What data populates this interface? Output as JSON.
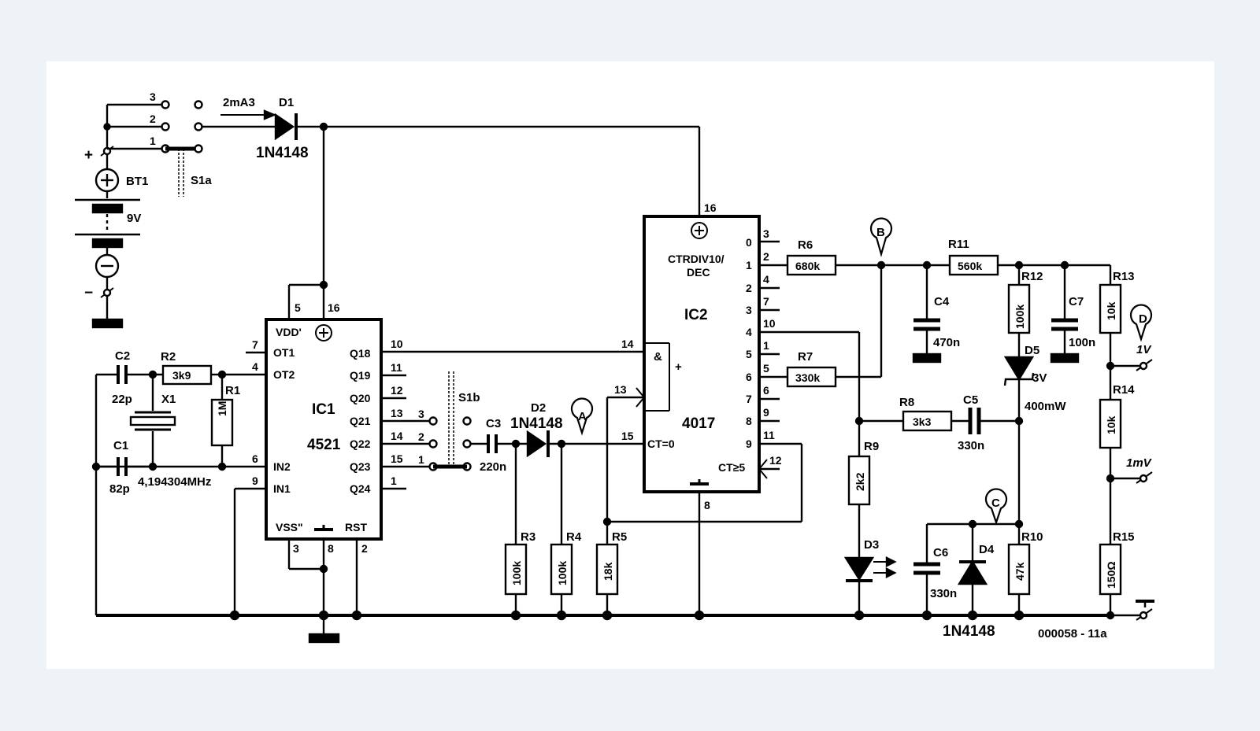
{
  "battery": {
    "ref": "BT1",
    "voltage": "9V",
    "plus": "+",
    "minus": "−"
  },
  "switch": {
    "a": {
      "ref": "S1a",
      "positions": [
        "1",
        "2",
        "3"
      ]
    },
    "b": {
      "ref": "S1b",
      "positions": [
        "1",
        "2",
        "3"
      ]
    },
    "current_label": "2mA3"
  },
  "diodes": {
    "d1": {
      "ref": "D1",
      "type": "1N4148"
    },
    "d2": {
      "ref": "D2",
      "type": "1N4148"
    },
    "d3": {
      "ref": "D3"
    },
    "d4": {
      "ref": "D4",
      "type": "1N4148"
    },
    "d5": {
      "ref": "D5",
      "voltage": "3V",
      "power": "400mW"
    }
  },
  "ic1": {
    "ref": "IC1",
    "part": "4521",
    "power_pins": {
      "vdd_label": "VDD'",
      "vdd_pin": "16",
      "vdd_pin2": "5",
      "vss_label": "VSS\"",
      "vss_pin": "8",
      "vss_pin2": "3",
      "rst_label": "RST",
      "rst_pin": "2"
    },
    "left_pins": [
      {
        "num": "7",
        "name": "OT1"
      },
      {
        "num": "4",
        "name": "OT2"
      },
      {
        "num": "6",
        "name": "IN2"
      },
      {
        "num": "9",
        "name": "IN1"
      }
    ],
    "right_pins": [
      {
        "num": "10",
        "name": "Q18"
      },
      {
        "num": "11",
        "name": "Q19"
      },
      {
        "num": "12",
        "name": "Q20"
      },
      {
        "num": "13",
        "name": "Q21"
      },
      {
        "num": "14",
        "name": "Q22"
      },
      {
        "num": "15",
        "name": "Q23"
      },
      {
        "num": "1",
        "name": "Q24"
      }
    ]
  },
  "ic2": {
    "ref": "IC2",
    "part": "4017",
    "func_line1": "CTRDIV10/",
    "func_line2": "DEC",
    "vdd_pin": "16",
    "gnd_pin": "8",
    "and_symbol": "&",
    "plus_symbol": "+",
    "left_pins": [
      {
        "num": "14",
        "name": ""
      },
      {
        "num": "13",
        "name": ""
      },
      {
        "num": "15",
        "name": "CT=0"
      }
    ],
    "outputs": [
      {
        "index": "0",
        "pin": "3"
      },
      {
        "index": "1",
        "pin": "2"
      },
      {
        "index": "2",
        "pin": "4"
      },
      {
        "index": "3",
        "pin": "7"
      },
      {
        "index": "4",
        "pin": "10"
      },
      {
        "index": "5",
        "pin": "1"
      },
      {
        "index": "6",
        "pin": "5"
      },
      {
        "index": "7",
        "pin": "6"
      },
      {
        "index": "8",
        "pin": "9"
      },
      {
        "index": "9",
        "pin": "11"
      }
    ],
    "carry": {
      "name": "CT≥5",
      "pin": "12"
    }
  },
  "crystal": {
    "ref": "X1",
    "freq": "4,194304MHz"
  },
  "resistors": {
    "r1": {
      "ref": "R1",
      "value": "1M"
    },
    "r2": {
      "ref": "R2",
      "value": "3k9"
    },
    "r3": {
      "ref": "R3",
      "value": "100k"
    },
    "r4": {
      "ref": "R4",
      "value": "100k"
    },
    "r5": {
      "ref": "R5",
      "value": "18k"
    },
    "r6": {
      "ref": "R6",
      "value": "680k"
    },
    "r7": {
      "ref": "R7",
      "value": "330k"
    },
    "r8": {
      "ref": "R8",
      "value": "3k3"
    },
    "r9": {
      "ref": "R9",
      "value": "2k2"
    },
    "r10": {
      "ref": "R10",
      "value": "47k"
    },
    "r11": {
      "ref": "R11",
      "value": "560k"
    },
    "r12": {
      "ref": "R12",
      "value": "100k"
    },
    "r13": {
      "ref": "R13",
      "value": "10k"
    },
    "r14": {
      "ref": "R14",
      "value": "10k"
    },
    "r15": {
      "ref": "R15",
      "value": "150Ω"
    }
  },
  "capacitors": {
    "c1": {
      "ref": "C1",
      "value": "82p"
    },
    "c2": {
      "ref": "C2",
      "value": "22p"
    },
    "c3": {
      "ref": "C3",
      "value": "220n"
    },
    "c4": {
      "ref": "C4",
      "value": "470n"
    },
    "c5": {
      "ref": "C5",
      "value": "330n"
    },
    "c6": {
      "ref": "C6",
      "value": "330n"
    },
    "c7": {
      "ref": "C7",
      "value": "100n"
    }
  },
  "test_points": [
    "A",
    "B",
    "C",
    "D"
  ],
  "outputs": {
    "one_volt": "1V",
    "one_millivolt": "1mV"
  },
  "figure_id": "000058 - 11a",
  "colors": {
    "ink": "#000000",
    "paper": "#ffffff",
    "background": "#eef3f7"
  }
}
